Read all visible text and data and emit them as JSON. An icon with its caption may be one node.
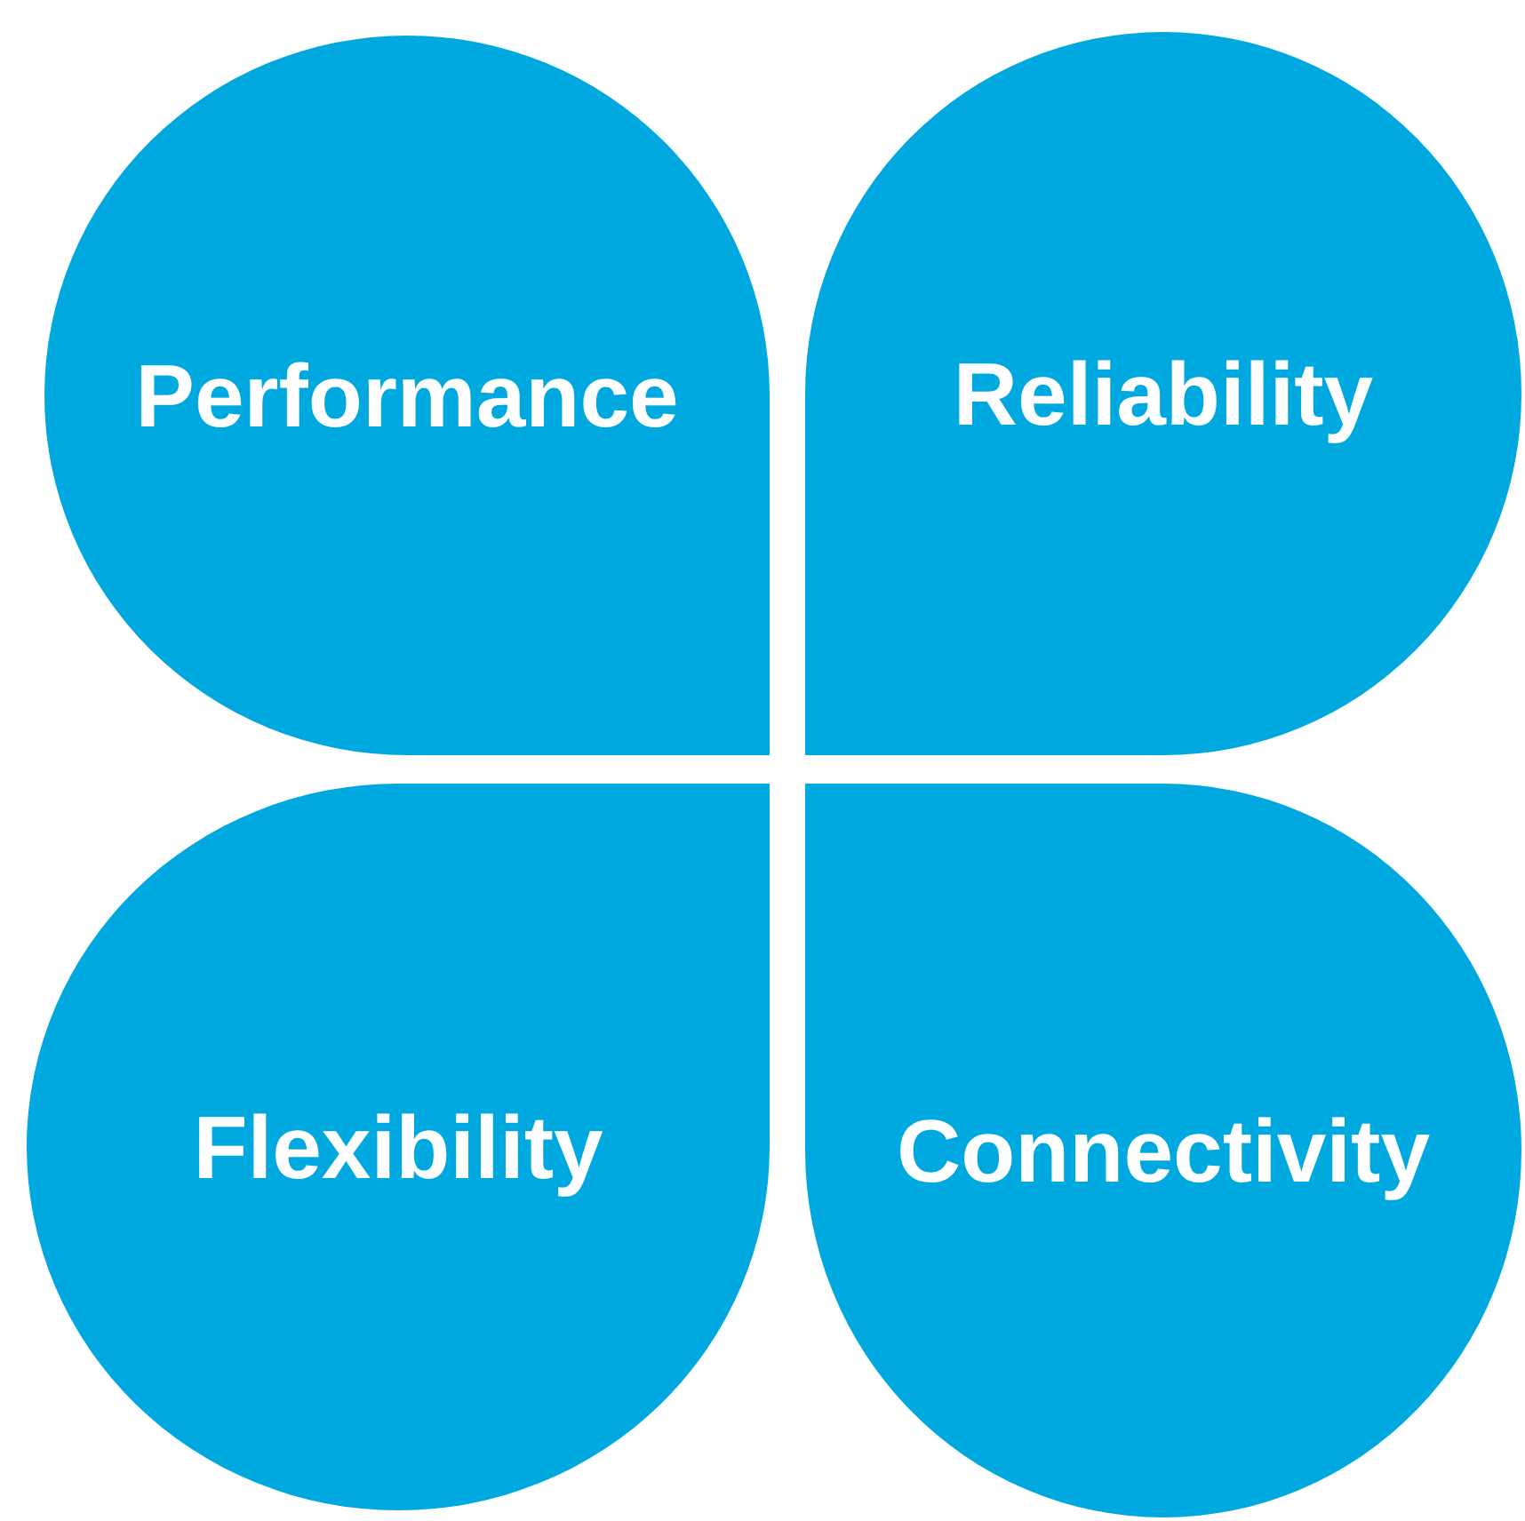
{
  "diagram": {
    "nodes": [
      {
        "text": [
          "Performance"
        ]
      },
      {
        "text": [
          "Reliability"
        ]
      },
      {
        "text": [
          "Flexibility"
        ]
      },
      {
        "text": [
          "Connectivity"
        ]
      }
    ]
  }
}
